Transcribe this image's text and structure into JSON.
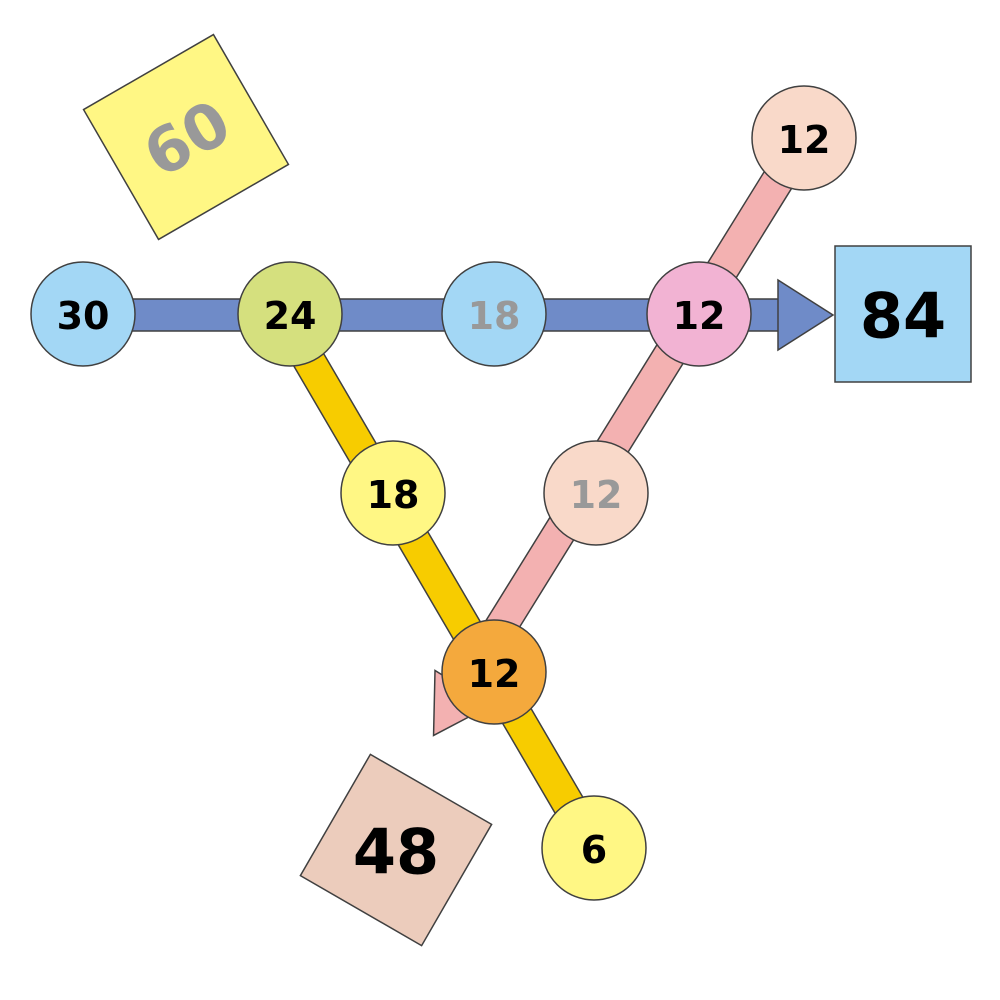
{
  "colors": {
    "blue_arrow": "#6f8bc8",
    "yellow_arrow": "#f7cc00",
    "pink_arrow": "#f3b1b1",
    "outline": "#404040",
    "text_dark": "#000000",
    "text_gray": "#999999"
  },
  "arrows": [
    {
      "id": "blue",
      "color": "#6f8bc8"
    },
    {
      "id": "yellow",
      "color": "#f7cc00"
    },
    {
      "id": "pink",
      "color": "#f3b1b1"
    }
  ],
  "circles": [
    {
      "id": "blue-start",
      "value": "30",
      "fill": "#a3d7f5",
      "text_color": "#000000"
    },
    {
      "id": "blue-yellow-crossing",
      "value": "24",
      "fill": "#d5e07e",
      "text_color": "#000000"
    },
    {
      "id": "blue-mid",
      "value": "18",
      "fill": "#a3d7f5",
      "text_color": "#999999"
    },
    {
      "id": "blue-pink-crossing",
      "value": "12",
      "fill": "#f2b3d3",
      "text_color": "#000000"
    },
    {
      "id": "pink-start",
      "value": "12",
      "fill": "#f9d9c9",
      "text_color": "#000000"
    },
    {
      "id": "pink-mid",
      "value": "12",
      "fill": "#f9d9c9",
      "text_color": "#999999"
    },
    {
      "id": "yellow-mid",
      "value": "18",
      "fill": "#fff784",
      "text_color": "#000000"
    },
    {
      "id": "yellow-pink-crossing",
      "value": "12",
      "fill": "#f4a93d",
      "text_color": "#000000"
    },
    {
      "id": "yellow-start",
      "value": "6",
      "fill": "#fff784",
      "text_color": "#000000"
    }
  ],
  "boxes": [
    {
      "id": "yellow-end",
      "value": "60",
      "fill": "#fff784",
      "text_color": "#999999"
    },
    {
      "id": "blue-end",
      "value": "84",
      "fill": "#a3d7f5",
      "text_color": "#000000"
    },
    {
      "id": "pink-end",
      "value": "48",
      "fill": "#ecccbc",
      "text_color": "#000000"
    }
  ]
}
